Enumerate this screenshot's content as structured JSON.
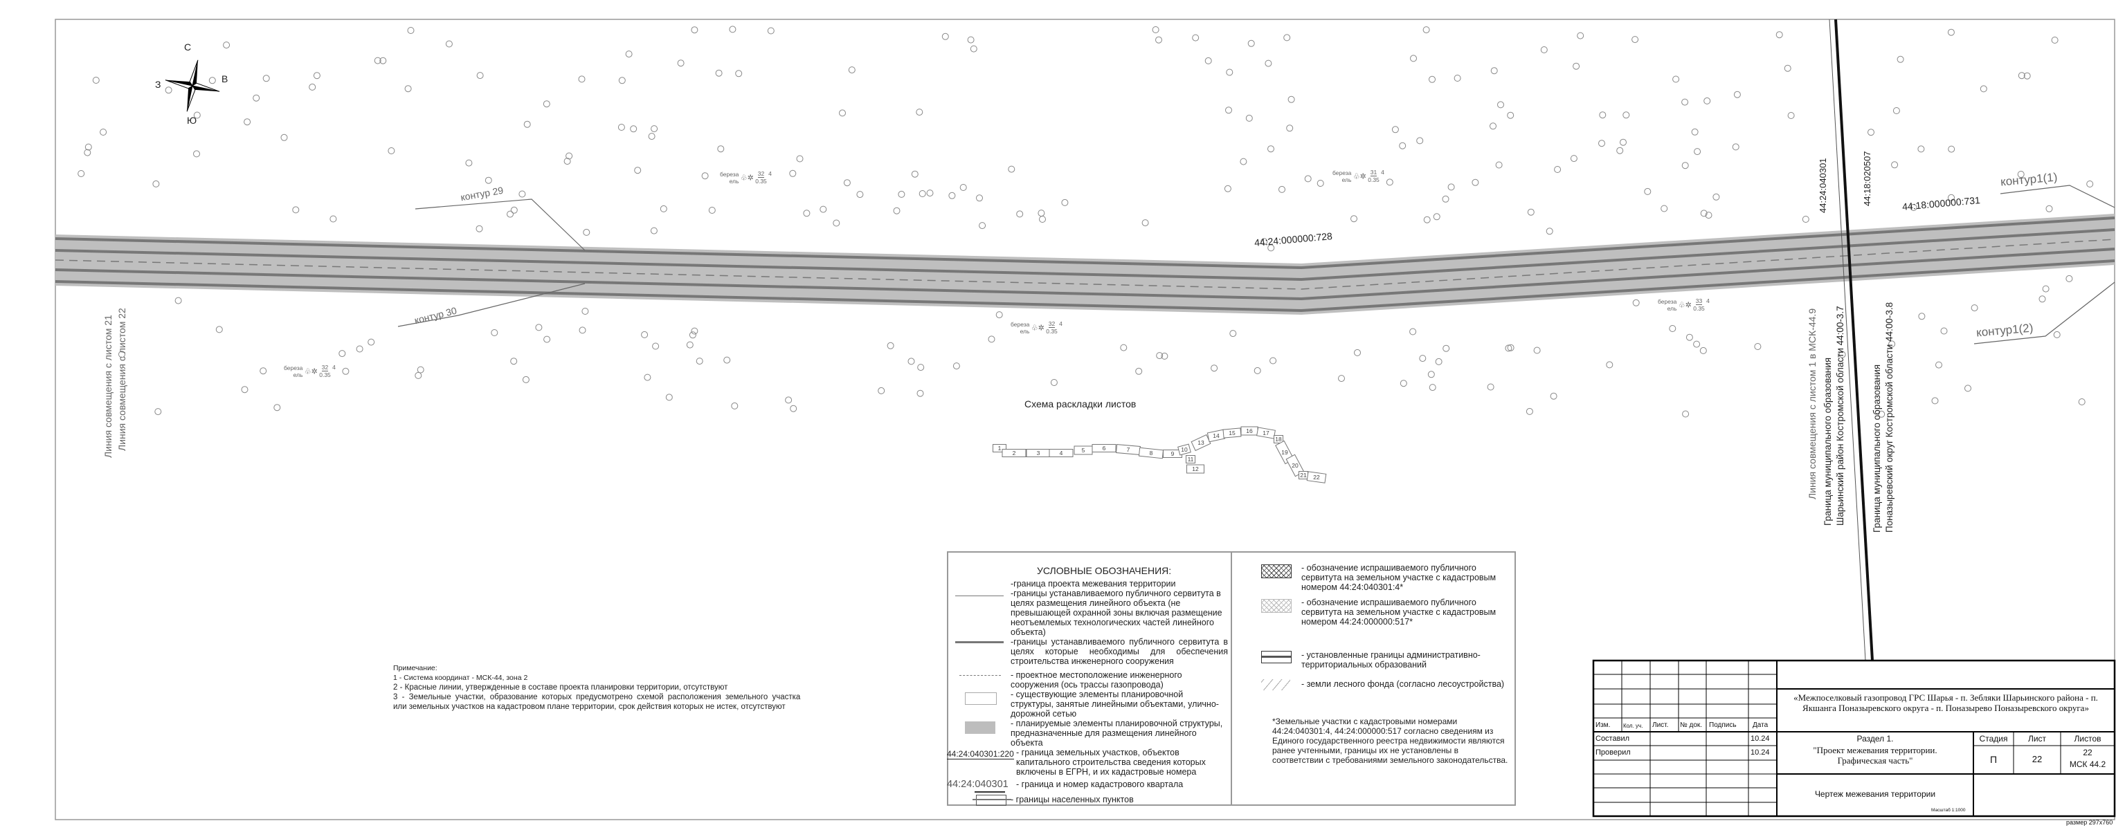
{
  "compass": {
    "north": "С",
    "south": "Ю",
    "west": "З",
    "east": "В"
  },
  "map_labels": {
    "match_line_21": "Линия совмещения с листом 21",
    "match_line_22": "Линия совмещения с листом 22",
    "match_line_1": "Линия совмещения с листом 1 в МСК-44.9",
    "contour_29": "контур 29",
    "contour_30": "контур 30",
    "contour_1_1": "контур1(1)",
    "contour_1_2": "контур1(2)",
    "parcel_728": "44:24:000000:728",
    "parcel_731": "44:18:000000:731",
    "quarter_left": "44:24:040301",
    "quarter_right": "44:18:020507",
    "boundary_left_1": "Граница муниципального образования",
    "boundary_left_2": "Шарьинский район Костромской области 44:00-3.7",
    "boundary_right_1": "Граница муниципального образования",
    "boundary_right_2": "Поназыревский округ Костромской области 44:00-3.8"
  },
  "tree_notes": [
    {
      "species_1": "береза",
      "species_2": "ель",
      "height": "32",
      "diameter": "0.35",
      "distance": "4"
    },
    {
      "species_1": "береза",
      "species_2": "ель",
      "height": "31",
      "diameter": "0.35",
      "distance": "4"
    },
    {
      "species_1": "береза",
      "species_2": "ель",
      "height": "32",
      "diameter": "0.35",
      "distance": "4"
    },
    {
      "species_1": "береза",
      "species_2": "ель",
      "height": "33",
      "diameter": "0.35",
      "distance": "4"
    },
    {
      "species_1": "береза",
      "species_2": "ель",
      "height": "32",
      "diameter": "0.35",
      "distance": "4"
    }
  ],
  "sheet_scheme": {
    "title": "Схема раскладки листов",
    "sheets": [
      "1",
      "2",
      "3",
      "4",
      "5",
      "6",
      "7",
      "8",
      "9",
      "10",
      "11",
      "12",
      "13",
      "14",
      "15",
      "16",
      "17",
      "18",
      "19",
      "20",
      "21",
      "22"
    ]
  },
  "notes": {
    "heading": "Примечание:",
    "items": [
      "1 - Система координат - МСК-44, зона 2",
      "2 - Красные линии, утвержденные в составе проекта планировки территории, отсутствуют",
      "3 - Земельные участки, образование которых предусмотрено схемой расположения земельного участка",
      "или земельных участков на кадастровом плане территории, срок действия которых не истек, отсутствуют"
    ]
  },
  "legend": {
    "title": "УСЛОВНЫЕ ОБОЗНАЧЕНИЯ:",
    "items": [
      "-граница проекта межевания территории",
      "-границы устанавливаемого публичного сервитута в целях размещения линейного объекта (не превышающей охранной зоны включая размещение неотъемлемых технологических частей линейного объекта)",
      "-границы устанавливаемого публичного сервитута в целях которые необходимы для обеспечения строительства инженерного сооружения",
      "- проектное местоположение инженерного сооружения (ось трассы газопровода)",
      "- существующие элементы планировочной структуры, занятые линейными объектами, улично-дорожной сетью",
      "- планируемые элементы планировочной структуры, предназначенные для размещения линейного объекта",
      "- граница земельных участков, объектов капитального строительства  сведения которых включены в ЕГРН, и их кадастровые номера",
      "- граница и номер кадастрового квартала",
      "-  границы населенных пунктов",
      "-  обозначение испрашиваемого публичного сервитута на земельном участке с кадастровым номером 44:24:040301:4*",
      "-  обозначение испрашиваемого публичного сервитута на земельном участке с кадастровым номером 44:24:000000:517*",
      "-  установленные границы административно-территориальных образований",
      "- земли лесного фонда (согласно лесоустройства)"
    ],
    "sample_parcel": "44:24:040301:220",
    "sample_quarter": "44:24:040301",
    "footnote": "*Земельные участки с кадастровыми номерами 44:24:040301:4, 44:24:000000:517 согласно сведениям из Единого государственного реестра недвижимости являются ранее учтенными, границы их не установлены в соответствии с требованиями земельного законодательства."
  },
  "title_block": {
    "headers": [
      "Изм.",
      "Кол. уч.",
      "Лист.",
      "№ док.",
      "Подпись",
      "Дата"
    ],
    "rows": [
      {
        "role": "Составил",
        "date": "10.24"
      },
      {
        "role": "Проверил",
        "date": "10.24"
      }
    ],
    "project": "«Межпоселковый газопровод ГРС Шарья - п. Зебляки Шарьинского района - п. Якшанга Поназыревского округа - п. Поназырево Поназыревского округа»",
    "section": "Раздел 1.",
    "section_name": "\"Проект межевания территории. Графическая часть\"",
    "stage_label": "Стадия",
    "sheet_label": "Лист",
    "sheets_label": "Листов",
    "stage": "П",
    "sheet": "22",
    "sheets": "22",
    "system": "МСК 44.2",
    "drawing_name": "Чертеж межевания территории",
    "scale": "Масштаб 1:1000",
    "size": "размер 297x760"
  }
}
